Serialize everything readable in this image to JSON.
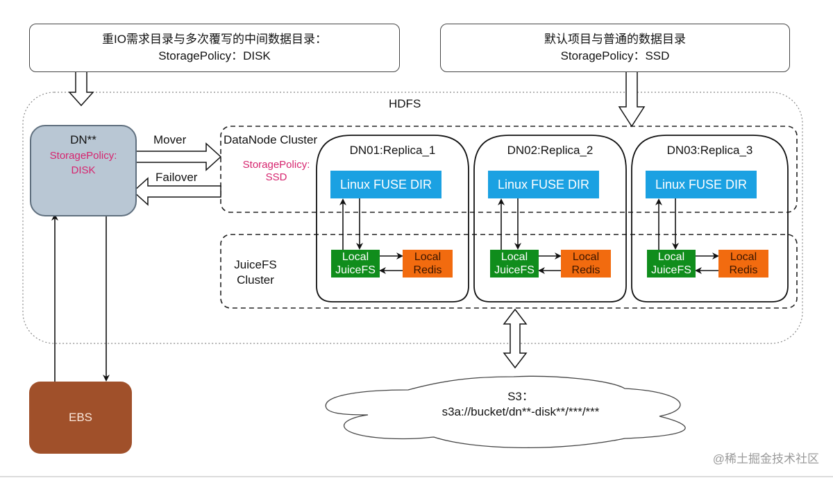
{
  "top_notes": {
    "left": {
      "line1": "重IO需求目录与多次覆写的中间数据目录：",
      "line2": "StoragePolicy：DISK"
    },
    "right": {
      "line1": "默认项目与普通的数据目录",
      "line2": "StoragePolicy：SSD"
    }
  },
  "hdfs": {
    "label": "HDFS"
  },
  "dn_node": {
    "title": "DN**",
    "policy_label": "StoragePolicy:",
    "policy_value": "DISK"
  },
  "arrows": {
    "mover": "Mover",
    "failover": "Failover"
  },
  "datanode_cluster": {
    "label": "DataNode Cluster",
    "policy_label": "StoragePolicy:",
    "policy_value": "SSD"
  },
  "juicefs_cluster": {
    "line1": "JuiceFS",
    "line2": "Cluster"
  },
  "replicas": [
    {
      "title": "DN01:Replica_1",
      "fuse": "Linux FUSE DIR",
      "juicefs_line1": "Local",
      "juicefs_line2": "JuiceFS",
      "redis_line1": "Local",
      "redis_line2": "Redis"
    },
    {
      "title": "DN02:Replica_2",
      "fuse": "Linux FUSE DIR",
      "juicefs_line1": "Local",
      "juicefs_line2": "JuiceFS",
      "redis_line1": "Local",
      "redis_line2": "Redis"
    },
    {
      "title": "DN03:Replica_3",
      "fuse": "Linux FUSE DIR",
      "juicefs_line1": "Local",
      "juicefs_line2": "JuiceFS",
      "redis_line1": "Local",
      "redis_line2": "Redis"
    }
  ],
  "ebs": {
    "label": "EBS"
  },
  "s3": {
    "line1": "S3：",
    "line2": "s3a://bucket/dn**-disk**/***/***"
  },
  "watermark": "@稀土掘金技术社区",
  "colors": {
    "dn_fill": "#b9c7d4",
    "policy_text": "#d6246e",
    "fuse_fill": "#1ba1e2",
    "juicefs_fill": "#108d1c",
    "redis_fill": "#f26b0f",
    "ebs_fill": "#a0502a"
  }
}
